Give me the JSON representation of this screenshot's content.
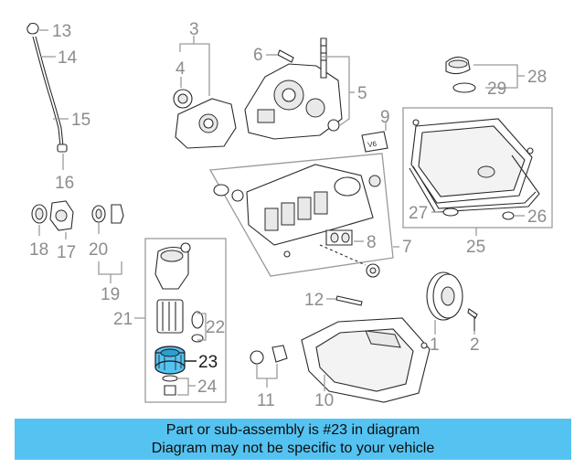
{
  "diagram": {
    "callouts": [
      "13",
      "14",
      "15",
      "16",
      "17",
      "18",
      "19",
      "20",
      "21",
      "22",
      "23",
      "24",
      "3",
      "4",
      "6",
      "5",
      "9",
      "28",
      "29",
      "27",
      "25",
      "26",
      "7",
      "8",
      "12",
      "1",
      "2",
      "10",
      "11"
    ],
    "highlighted_part": "23",
    "highlight_color": "#55c3f1",
    "line_color": "#9a9a9a",
    "number_color": "#8c8c8c"
  },
  "caption": {
    "line1": "Part or sub-assembly is #23 in diagram",
    "line2": "Diagram may not be specific to your vehicle",
    "background": "#55c3f1"
  }
}
